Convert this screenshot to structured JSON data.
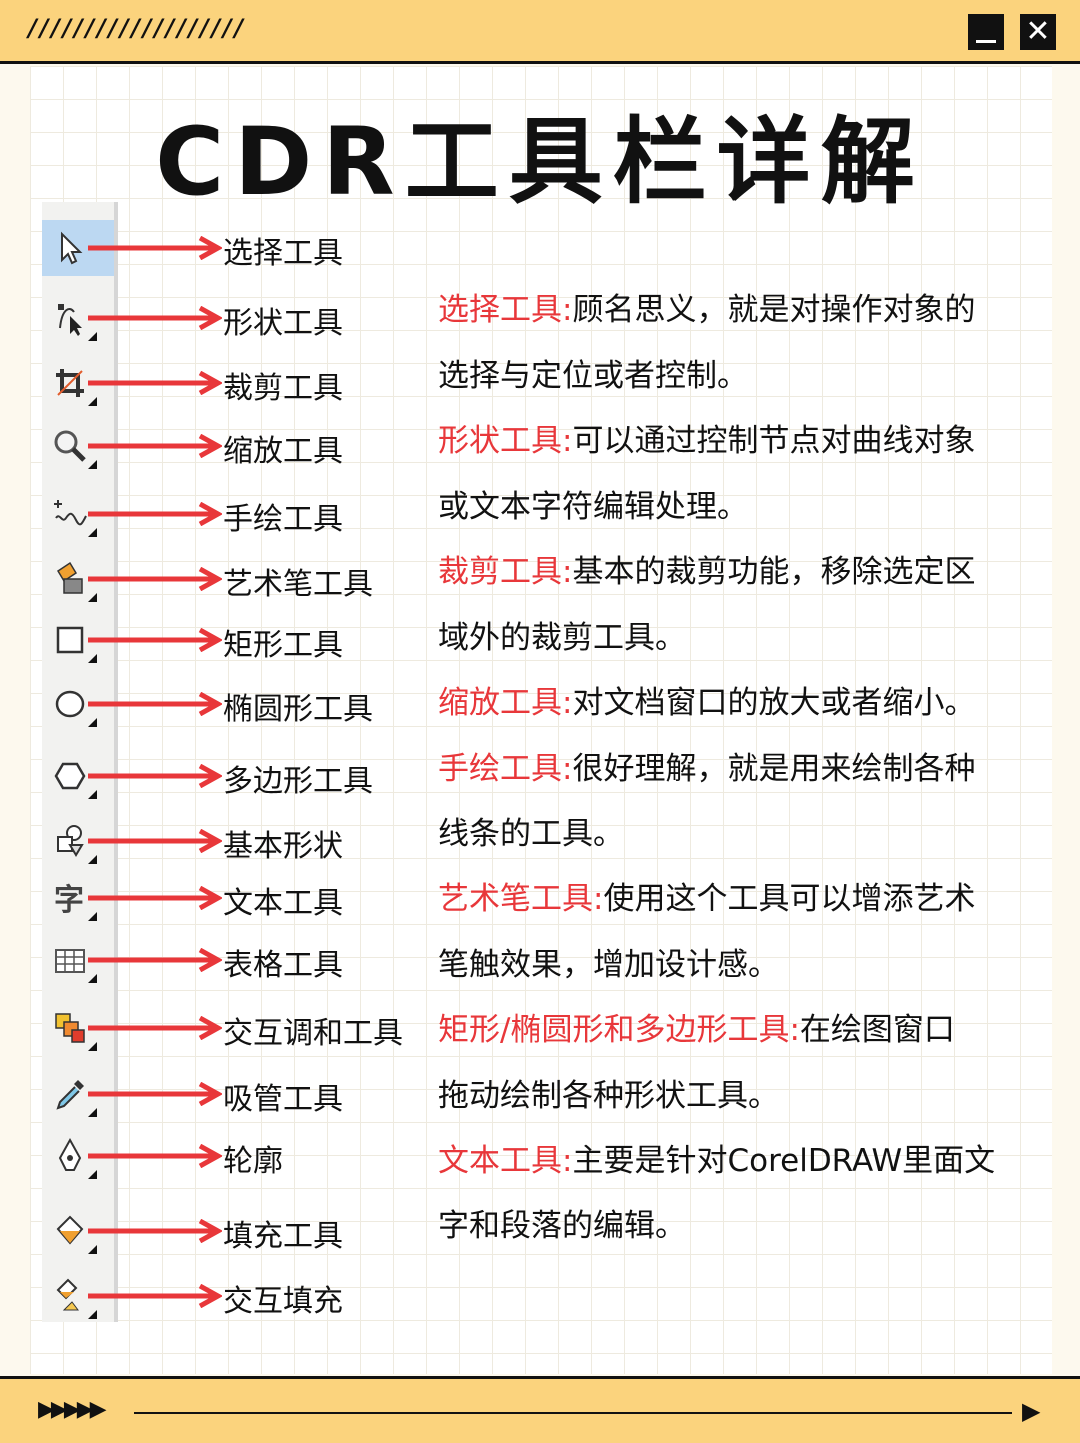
{
  "window": {
    "decoration": "///////////////////",
    "minimize_icon": "minimize-icon",
    "close_label": "✕"
  },
  "title": "CDR工具栏详解",
  "tools": [
    {
      "label": "选择工具",
      "icon": "pointer-arrow-icon",
      "selected": true
    },
    {
      "label": "形状工具",
      "icon": "shape-node-icon"
    },
    {
      "label": "裁剪工具",
      "icon": "crop-icon"
    },
    {
      "label": "缩放工具",
      "icon": "zoom-magnifier-icon"
    },
    {
      "label": "手绘工具",
      "icon": "freehand-icon"
    },
    {
      "label": "艺术笔工具",
      "icon": "artistic-media-icon"
    },
    {
      "label": "矩形工具",
      "icon": "rectangle-icon"
    },
    {
      "label": "椭圆形工具",
      "icon": "ellipse-icon"
    },
    {
      "label": "多边形工具",
      "icon": "polygon-icon"
    },
    {
      "label": "基本形状",
      "icon": "basic-shapes-icon"
    },
    {
      "label": "文本工具",
      "icon": "text-icon"
    },
    {
      "label": "表格工具",
      "icon": "table-icon"
    },
    {
      "label": "交互调和工具",
      "icon": "blend-icon"
    },
    {
      "label": "吸管工具",
      "icon": "eyedropper-icon"
    },
    {
      "label": "轮廓",
      "icon": "outline-pen-icon"
    },
    {
      "label": "填充工具",
      "icon": "fill-bucket-icon"
    },
    {
      "label": "交互填充",
      "icon": "interactive-fill-icon"
    }
  ],
  "descriptions": [
    {
      "highlight": "选择工具:",
      "text": "顾名思义，就是对操作对象的"
    },
    {
      "highlight": "",
      "text": "选择与定位或者控制。"
    },
    {
      "highlight": "形状工具:",
      "text": "可以通过控制节点对曲线对象"
    },
    {
      "highlight": "",
      "text": "或文本字符编辑处理。"
    },
    {
      "highlight": "裁剪工具:",
      "text": "基本的裁剪功能，移除选定区"
    },
    {
      "highlight": "",
      "text": "域外的裁剪工具。"
    },
    {
      "highlight": "缩放工具:",
      "text": "对文档窗口的放大或者缩小。"
    },
    {
      "highlight": "手绘工具:",
      "text": "很好理解，就是用来绘制各种"
    },
    {
      "highlight": "",
      "text": "线条的工具。"
    },
    {
      "highlight": "艺术笔工具:",
      "text": "使用这个工具可以增添艺术"
    },
    {
      "highlight": "",
      "text": "笔触效果，增加设计感。"
    },
    {
      "highlight": "矩形/椭圆形和多边形工具:",
      "text": "在绘图窗口"
    },
    {
      "highlight": "",
      "text": "拖动绘制各种形状工具。"
    },
    {
      "highlight": "文本工具:",
      "text": "主要是针对CorelDRAW里面文"
    },
    {
      "highlight": "",
      "text": "字和段落的编辑。"
    }
  ],
  "player": {
    "fast_forward": "▶▶▶▶▶",
    "play": "▶"
  },
  "colors": {
    "accent_bar": "#fbd37d",
    "arrow_red": "#e8373a",
    "highlight_red": "#e8373a",
    "selected_tool_bg": "#bcd8f2"
  }
}
